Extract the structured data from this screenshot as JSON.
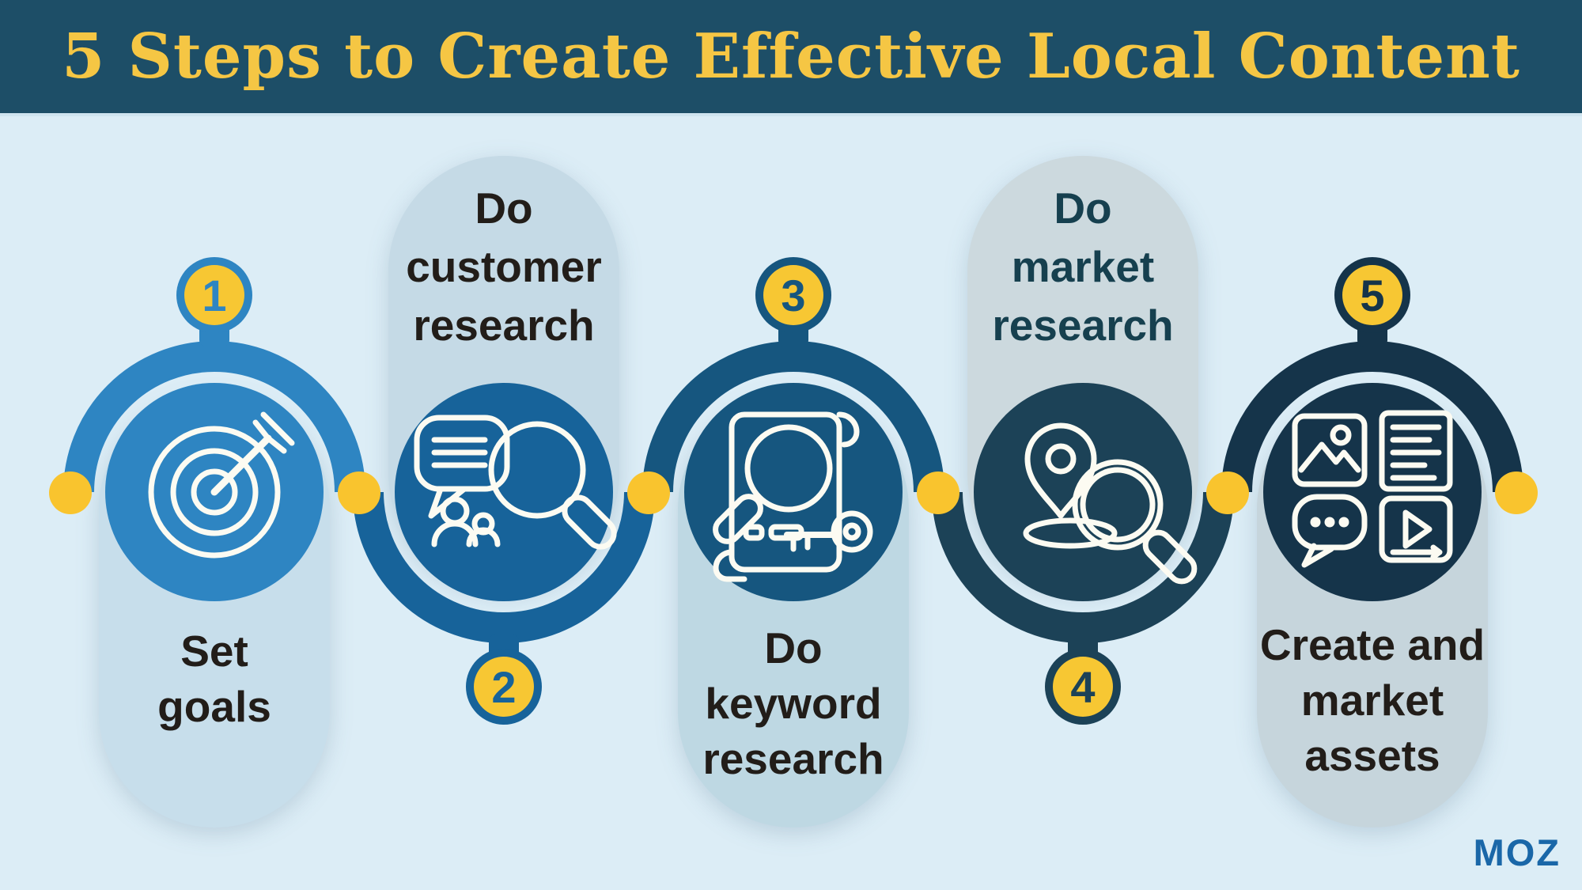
{
  "header": {
    "title": "5 Steps to Create Effective Local Content",
    "background": "#1d4e67",
    "title_color": "#f5c644"
  },
  "canvas": {
    "background": "#dcedf6"
  },
  "accent": {
    "dot_yellow": "#f9c42e",
    "badge_yellow": "#f7c733",
    "icon_stroke": "#fcfbf2"
  },
  "brand": {
    "logo_text": "MOZ",
    "color": "#1a67a8"
  },
  "steps": [
    {
      "number": "1",
      "badge_position": "top",
      "label_position": "below-circle",
      "icon": "target-goal-icon",
      "label_lines": [
        "Set",
        "goals"
      ],
      "color": "#2e85c2",
      "pill_color": "#c7deeb",
      "label_color": "#221d19"
    },
    {
      "number": "2",
      "badge_position": "bottom",
      "label_position": "above-circle",
      "icon": "customer-research-icon",
      "label_lines": [
        "Do",
        "customer",
        "research"
      ],
      "color": "#17639a",
      "pill_color": "#c5dae6",
      "label_color": "#221d19"
    },
    {
      "number": "3",
      "badge_position": "top",
      "label_position": "below-circle",
      "icon": "keyword-research-icon",
      "label_lines": [
        "Do",
        "keyword",
        "research"
      ],
      "color": "#16567f",
      "pill_color": "#bed8e3",
      "label_color": "#221d19"
    },
    {
      "number": "4",
      "badge_position": "bottom",
      "label_position": "above-circle",
      "icon": "market-research-icon",
      "label_lines": [
        "Do",
        "market",
        "research"
      ],
      "color": "#1c4257",
      "pill_color": "#ccd9de",
      "label_color": "#16404f"
    },
    {
      "number": "5",
      "badge_position": "top",
      "label_position": "below-circle",
      "icon": "create-market-assets-icon",
      "label_lines": [
        "Create and",
        "market",
        "assets"
      ],
      "color": "#15344a",
      "pill_color": "#c6d5dc",
      "label_color": "#221d19"
    }
  ]
}
